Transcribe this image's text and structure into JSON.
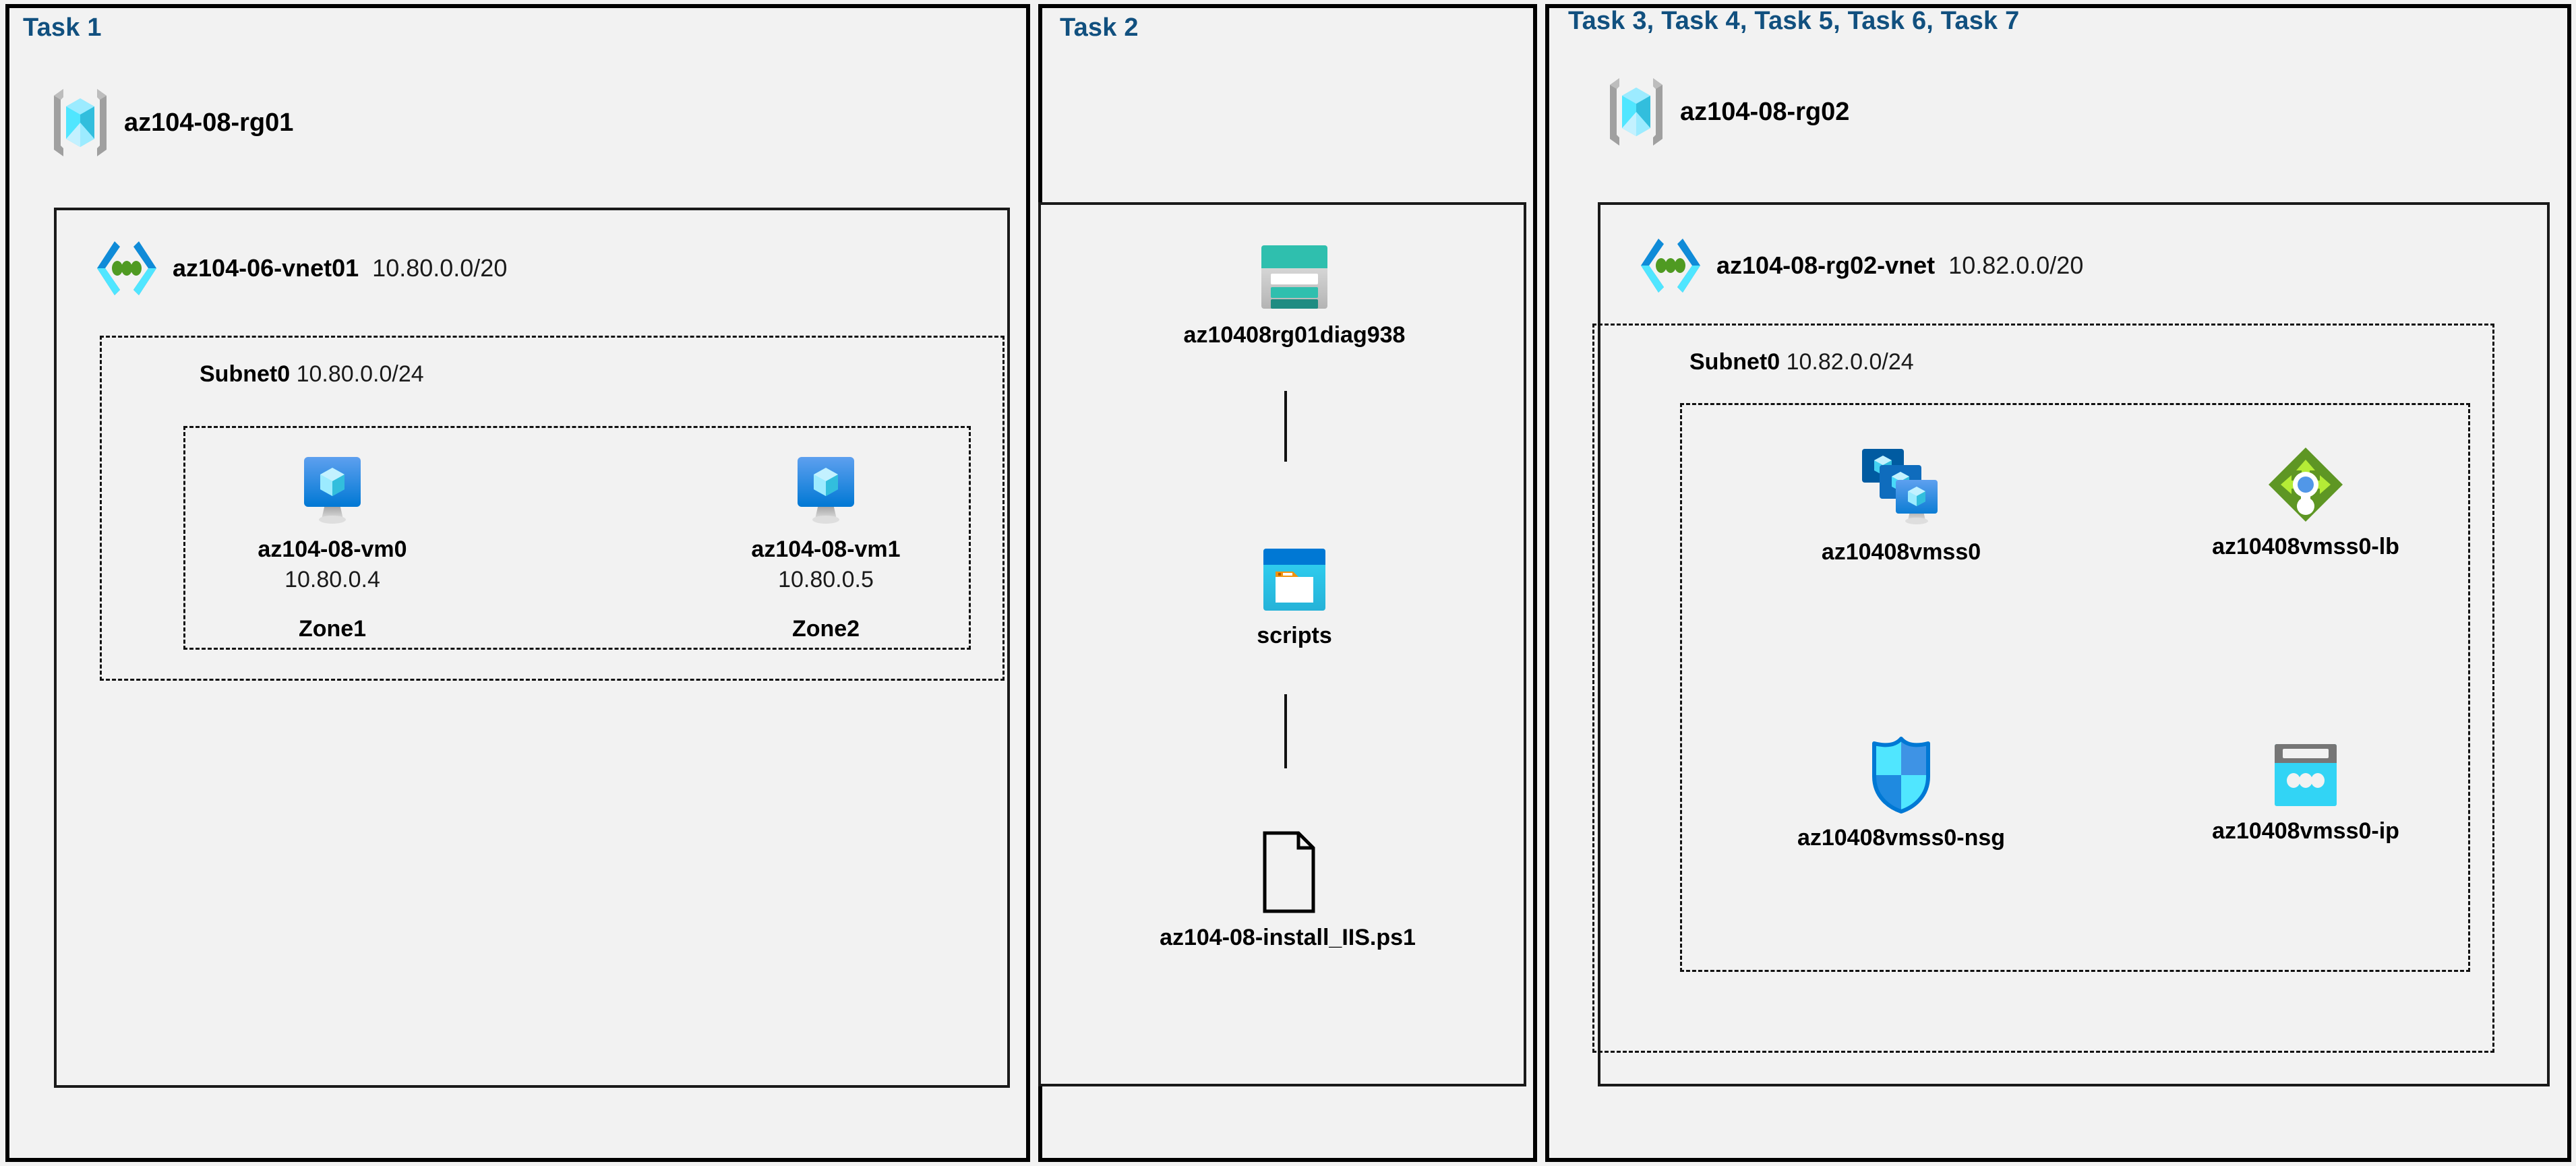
{
  "panels": {
    "task1": {
      "heading": "Task 1"
    },
    "task2": {
      "heading": "Task 2"
    },
    "task37": {
      "heading": "Task 3, Task 4, Task 5, Task 6, Task 7"
    }
  },
  "resource_groups": [
    {
      "name": "az104-08-rg01",
      "icon": "resource-group-icon"
    },
    {
      "name": "az104-08-rg02",
      "icon": "resource-group-icon"
    }
  ],
  "vnets": [
    {
      "name": "az104-06-vnet01",
      "cidr": "10.80.0.0/20",
      "icon": "virtual-network-icon"
    },
    {
      "name": "az104-08-rg02-vnet",
      "cidr": "10.82.0.0/20",
      "icon": "virtual-network-icon"
    }
  ],
  "subnets": [
    {
      "name": "Subnet0",
      "cidr": "10.80.0.0/24"
    },
    {
      "name": "Subnet0",
      "cidr": "10.82.0.0/24"
    }
  ],
  "vms": [
    {
      "name": "az104-08-vm0",
      "ip": "10.80.0.4",
      "zone": "Zone1",
      "icon": "virtual-machine-icon"
    },
    {
      "name": "az104-08-vm1",
      "ip": "10.80.0.5",
      "zone": "Zone2",
      "icon": "virtual-machine-icon"
    }
  ],
  "storage": {
    "account": {
      "name": "az10408rg01diag938",
      "icon": "storage-account-icon"
    },
    "container": {
      "name": "scripts",
      "icon": "blob-container-icon"
    },
    "file": {
      "name": "az104-08-install_IIS.ps1",
      "icon": "file-icon"
    }
  },
  "scale_set_resources": [
    {
      "name": "az10408vmss0",
      "icon": "vm-scale-set-icon"
    },
    {
      "name": "az10408vmss0-lb",
      "icon": "load-balancer-icon"
    },
    {
      "name": "az10408vmss0-nsg",
      "icon": "network-security-group-icon"
    },
    {
      "name": "az10408vmss0-ip",
      "icon": "public-ip-address-icon"
    }
  ],
  "colors": {
    "heading_blue": "#11507f",
    "page_bg": "#f2f2f2",
    "border_black": "#000000",
    "azure_cyan": "#50E6FF",
    "azure_blue": "#0078D4",
    "lb_green": "#5E9624",
    "storage_teal": "#2FBFAE"
  }
}
